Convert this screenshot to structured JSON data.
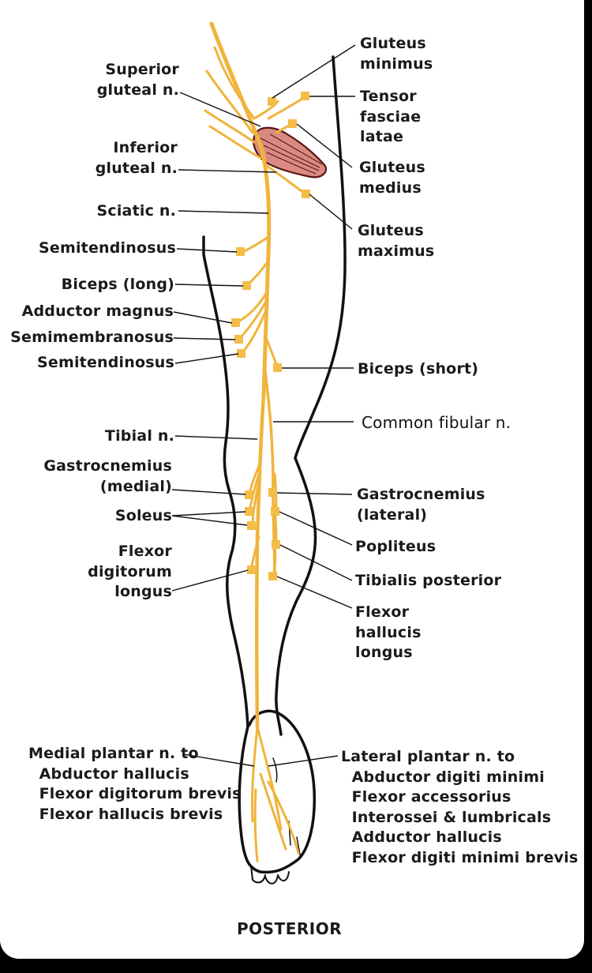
{
  "caption": "POSTERIOR",
  "colors": {
    "nerve": "#f0b43c",
    "nerve_branch": "#f3bd47",
    "muscle": "#d98a82",
    "muscle_dark": "#5a1414",
    "outline": "#111111",
    "background": "#ffffff"
  },
  "labels": {
    "left": {
      "superior_gluteal": "Superior\ngluteal n.",
      "inferior_gluteal": "Inferior\ngluteal n.",
      "sciatic": "Sciatic n.",
      "semitendinosus_1": "Semitendinosus",
      "biceps_long": "Biceps (long)",
      "adductor_magnus": "Adductor magnus",
      "semimembranosus": "Semimembranosus",
      "semitendinosus_2": "Semitendinosus",
      "tibial": "Tibial n.",
      "gastrocnemius_medial": "Gastrocnemius\n(medial)",
      "soleus": "Soleus",
      "flexor_digitorum_longus": "Flexor\ndigitorum\nlongus",
      "medial_plantar": "Medial plantar n. to\n  Abductor hallucis\n  Flexor digitorum brevis\n  Flexor hallucis brevis"
    },
    "right": {
      "gluteus_minimus": "Gluteus\nminimus",
      "tensor_fasciae_latae": "Tensor\nfasciae\nlatae",
      "gluteus_medius": "Gluteus\nmedius",
      "gluteus_maximus": "Gluteus\nmaximus",
      "biceps_short": "Biceps (short)",
      "common_fibular": "Common fibular n.",
      "gastrocnemius_lateral": "Gastrocnemius\n(lateral)",
      "popliteus": "Popliteus",
      "tibialis_posterior": "Tibialis posterior",
      "flexor_hallucis_longus": "Flexor\nhallucis\nlongus",
      "lateral_plantar": "Lateral plantar n. to\n  Abductor digiti minimi\n  Flexor accessorius\n  Interossei & lumbricals\n  Adductor hallucis\n  Flexor digiti minimi brevis"
    }
  }
}
